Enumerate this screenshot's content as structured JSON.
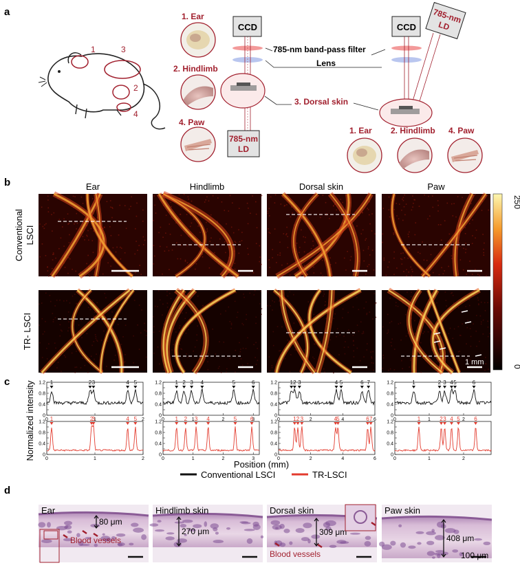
{
  "panel_a": {
    "letter": "a",
    "mouse_regions": [
      "1",
      "3",
      "2",
      "4"
    ],
    "sample_labels": {
      "ear": "1. Ear",
      "hindlimb": "2. Hindlimb",
      "paw": "4. Paw",
      "dorsal": "3. Dorsal skin"
    },
    "ccd": "CCD",
    "filter": "785-nm band-pass filter",
    "lens": "Lens",
    "ld_line1": "785-nm",
    "ld_line2": "LD",
    "bottom_labels": [
      "1. Ear",
      "2. Hindlimb",
      "4. Paw"
    ]
  },
  "panel_b": {
    "letter": "b",
    "columns": [
      "Ear",
      "Hindlimb",
      "Dorsal skin",
      "Paw"
    ],
    "row1_label_1": "Conventional",
    "row1_label_2": "LSCI",
    "row2_label": "TR- LSCI",
    "colorbar_max": "250",
    "colorbar_min": "0",
    "scalebar": "1 mm"
  },
  "panel_c": {
    "letter": "c",
    "ylabel": "Normalized intensity",
    "xlabel": "Position (mm)",
    "legend": [
      {
        "name": "Conventional LSCI",
        "color": "#111111"
      },
      {
        "name": "TR-LSCI",
        "color": "#e33b2e"
      }
    ],
    "plots": [
      {
        "xticks": [
          "0",
          "1",
          "2"
        ],
        "xmax": 2.0,
        "peaks_top": [
          [
            "1",
            0.1
          ],
          [
            "2",
            0.9
          ],
          [
            "3",
            0.97
          ],
          [
            "4",
            1.68
          ],
          [
            "5",
            1.84
          ]
        ],
        "peaks_bot": [
          [
            "1",
            0.1
          ],
          [
            "2",
            0.93
          ],
          [
            "3",
            0.97
          ],
          [
            "4",
            1.68
          ],
          [
            "5",
            1.84
          ]
        ]
      },
      {
        "xticks": [
          "0",
          "1",
          "2",
          "3"
        ],
        "xmax": 3.2,
        "peaks_top": [
          [
            "1",
            0.45
          ],
          [
            "2",
            0.7
          ],
          [
            "3",
            0.95
          ],
          [
            "4",
            1.3
          ],
          [
            "5",
            2.35
          ],
          [
            "6",
            3.0
          ]
        ],
        "peaks_bot": [
          [
            "1",
            0.45
          ],
          [
            "2",
            0.75
          ],
          [
            "3",
            1.1
          ],
          [
            "4",
            1.5
          ],
          [
            "5",
            2.4
          ],
          [
            "6",
            2.95
          ]
        ]
      },
      {
        "xticks": [
          "0",
          "2",
          "4",
          "6"
        ],
        "xmax": 6.0,
        "peaks_top": [
          [
            "1",
            0.8
          ],
          [
            "2",
            1.0
          ],
          [
            "3",
            1.3
          ],
          [
            "4",
            3.6
          ],
          [
            "5",
            3.9
          ],
          [
            "6",
            5.2
          ],
          [
            "7",
            5.6
          ]
        ],
        "peaks_bot": [
          [
            "1",
            1.0
          ],
          [
            "2",
            1.2
          ],
          [
            "3",
            1.45
          ],
          [
            "4",
            3.55
          ],
          [
            "5",
            3.7
          ],
          [
            "6",
            5.55
          ],
          [
            "7",
            5.75
          ]
        ]
      },
      {
        "xticks": [
          "0",
          "1",
          "2"
        ],
        "xmax": 2.8,
        "peaks_top": [
          [
            "1",
            0.55
          ],
          [
            "2",
            1.3
          ],
          [
            "3",
            1.45
          ],
          [
            "4",
            1.65
          ],
          [
            "5",
            1.75
          ],
          [
            "6",
            2.3
          ]
        ],
        "peaks_bot": [
          [
            "1",
            0.7
          ],
          [
            "2",
            1.35
          ],
          [
            "3",
            1.45
          ],
          [
            "4",
            1.65
          ],
          [
            "5",
            1.85
          ],
          [
            "6",
            2.35
          ]
        ]
      }
    ],
    "yticks": [
      "0",
      "0.2",
      "0.4",
      "0.6",
      "0.8",
      "1.0",
      "1.2"
    ]
  },
  "panel_d": {
    "letter": "d",
    "titles": [
      "Ear",
      "Hindlimb skin",
      "Dorsal skin",
      "Paw skin"
    ],
    "thickness": [
      "80 μm",
      "270 μm",
      "309 μm",
      "408 μm"
    ],
    "vessels": "Blood vessels",
    "scalebar": "100 μm"
  },
  "colors": {
    "accent": "#a11f2d",
    "tr": "#e33b2e",
    "line": "#111111"
  }
}
